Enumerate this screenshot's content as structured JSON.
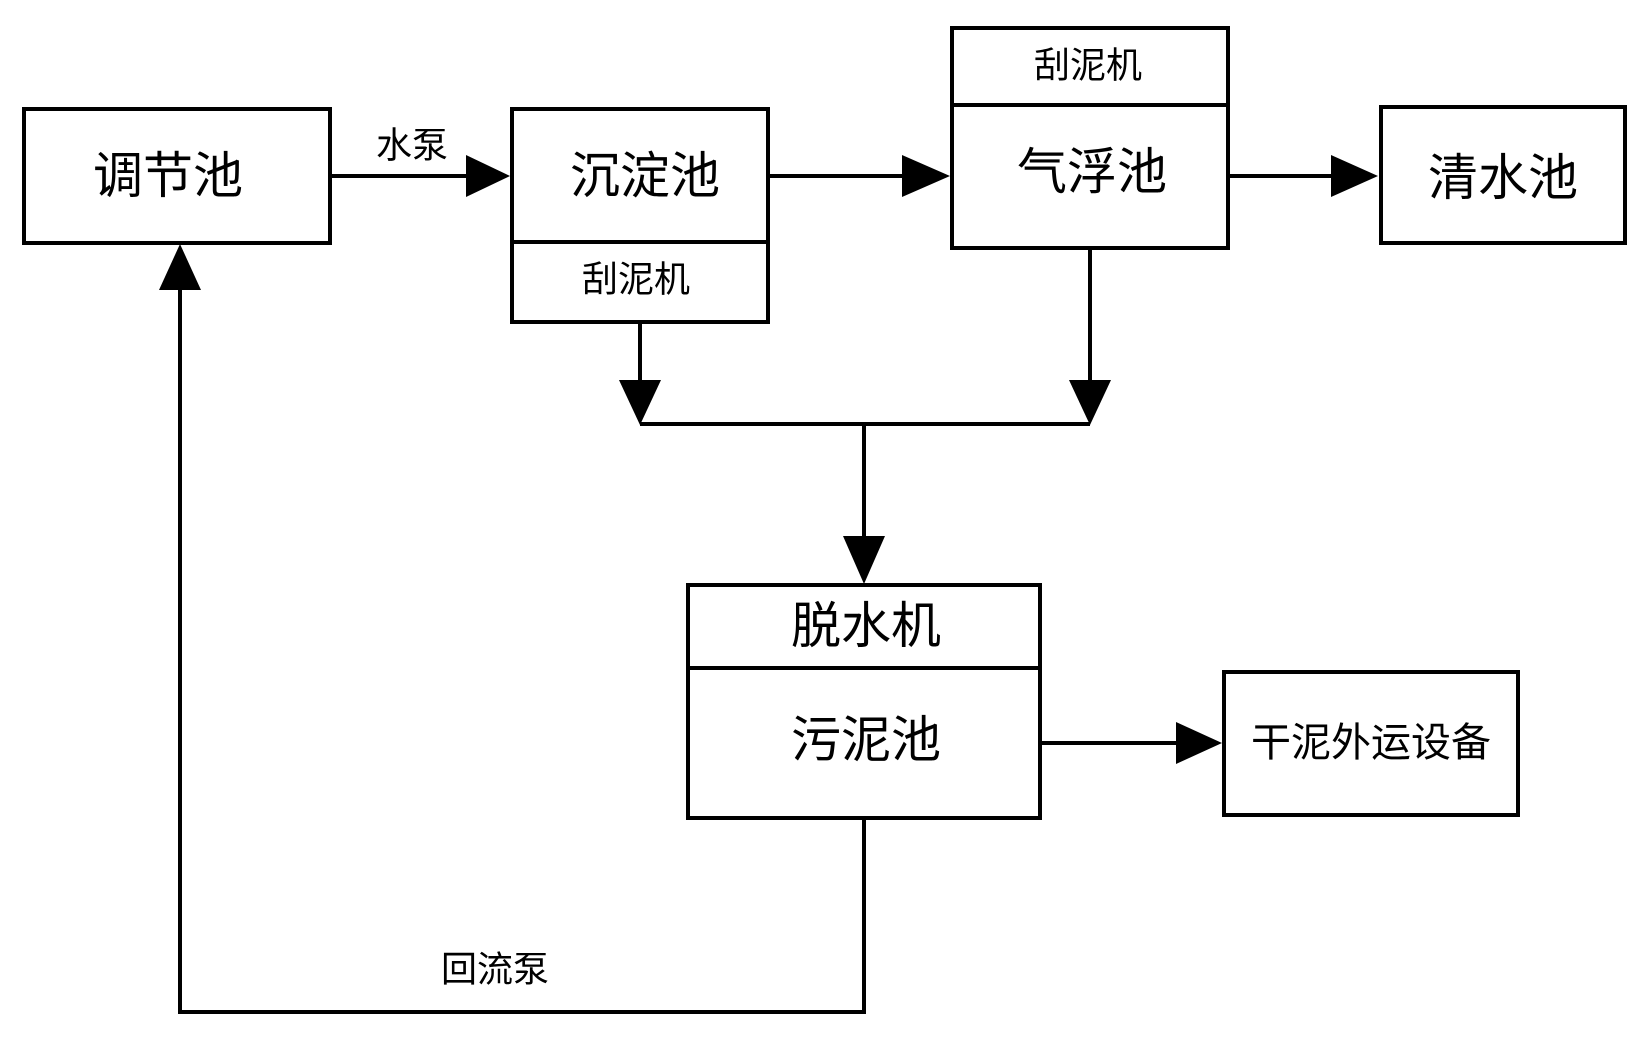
{
  "nodes": {
    "regulating_tank": "调节池",
    "sedimentation_tank": "沉淀池",
    "sedimentation_scraper": "刮泥机",
    "flotation_scraper": "刮泥机",
    "air_flotation_tank": "气浮池",
    "clear_water_tank": "清水池",
    "dewatering_machine": "脱水机",
    "sludge_tank": "污泥池",
    "dry_sludge_transport": "干泥外运设备"
  },
  "edge_labels": {
    "water_pump": "水泵",
    "return_pump": "回流泵"
  },
  "colors": {
    "stroke": "#000000",
    "background": "#ffffff"
  }
}
